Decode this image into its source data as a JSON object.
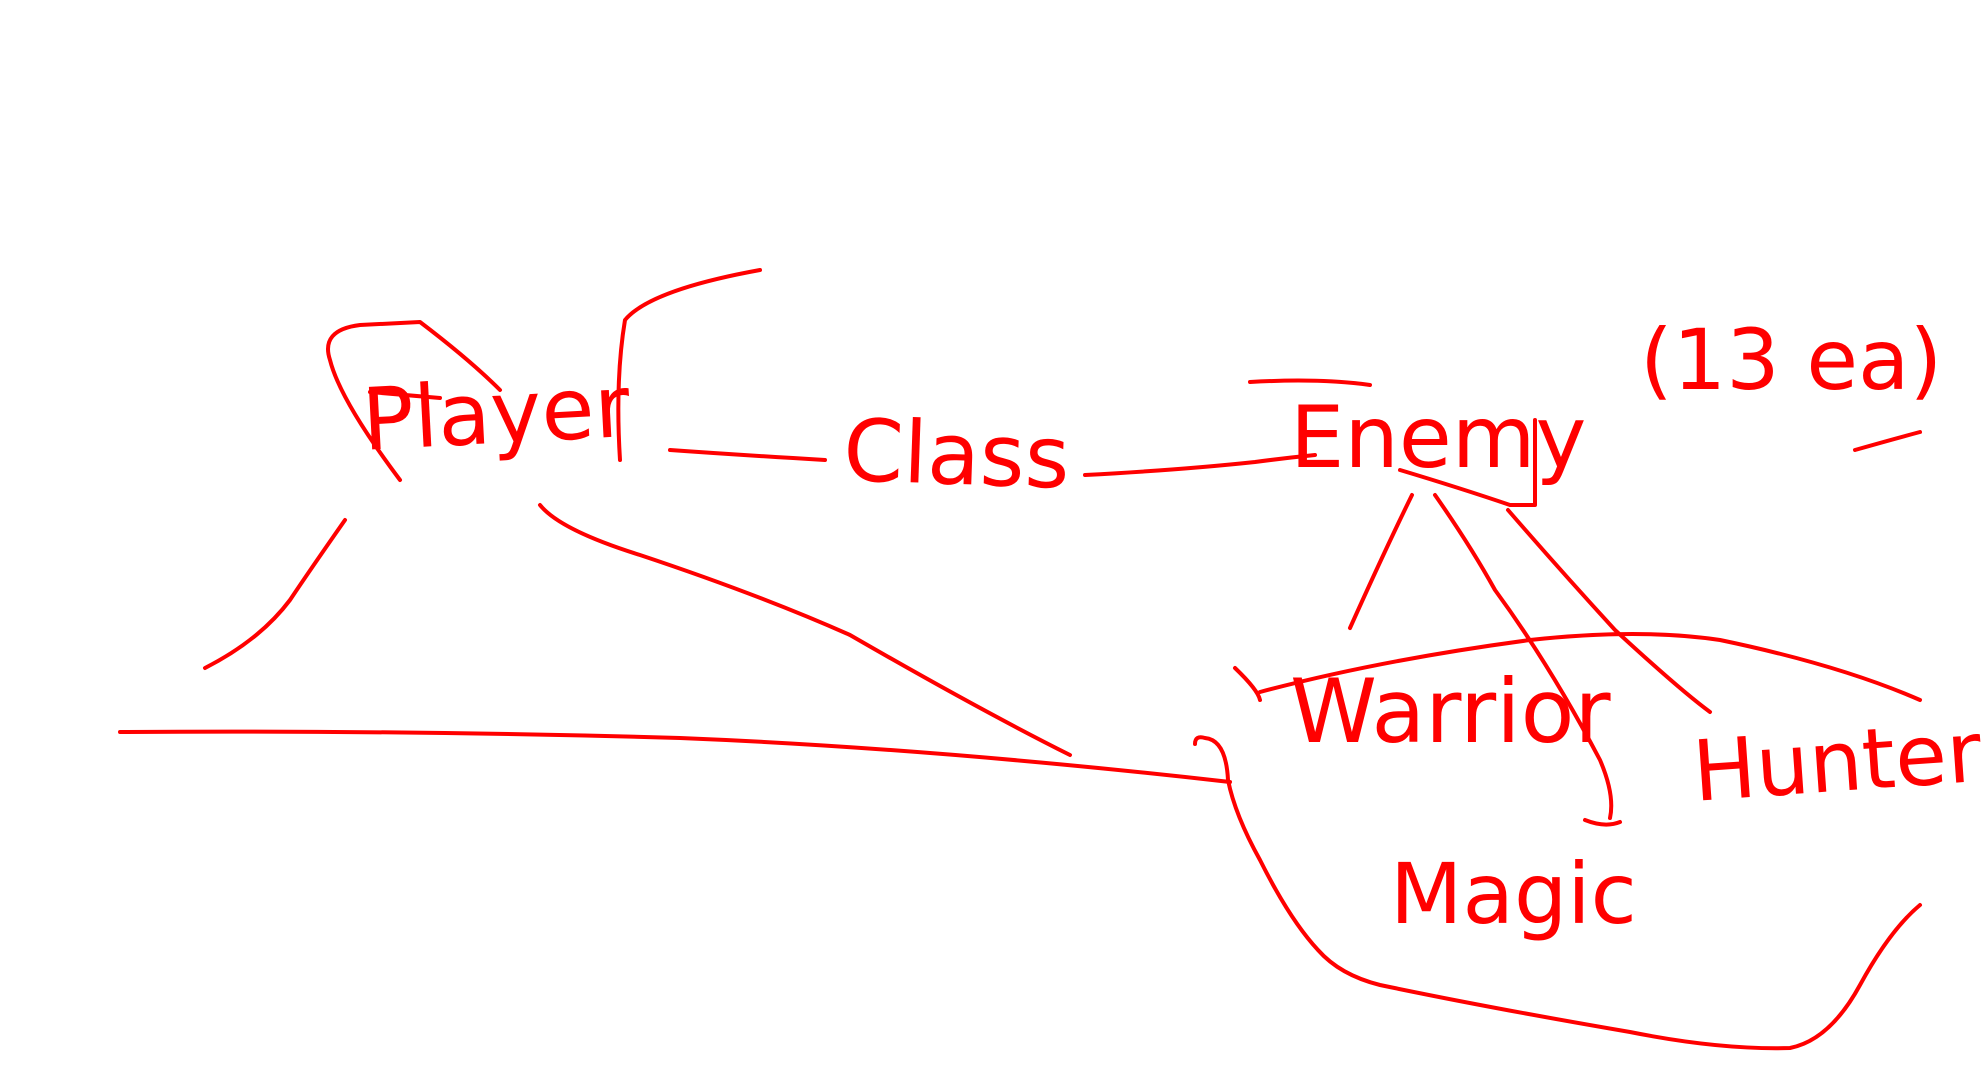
{
  "sketch": {
    "ink_color": "#ff0000",
    "background_color": "#ffffff",
    "labels": {
      "player": "Player",
      "class": "Class",
      "enemy": "Enemy",
      "count": "(13 ea)",
      "warrior": "Warrior",
      "magic": "Magic",
      "hunter": "Hunter"
    }
  }
}
